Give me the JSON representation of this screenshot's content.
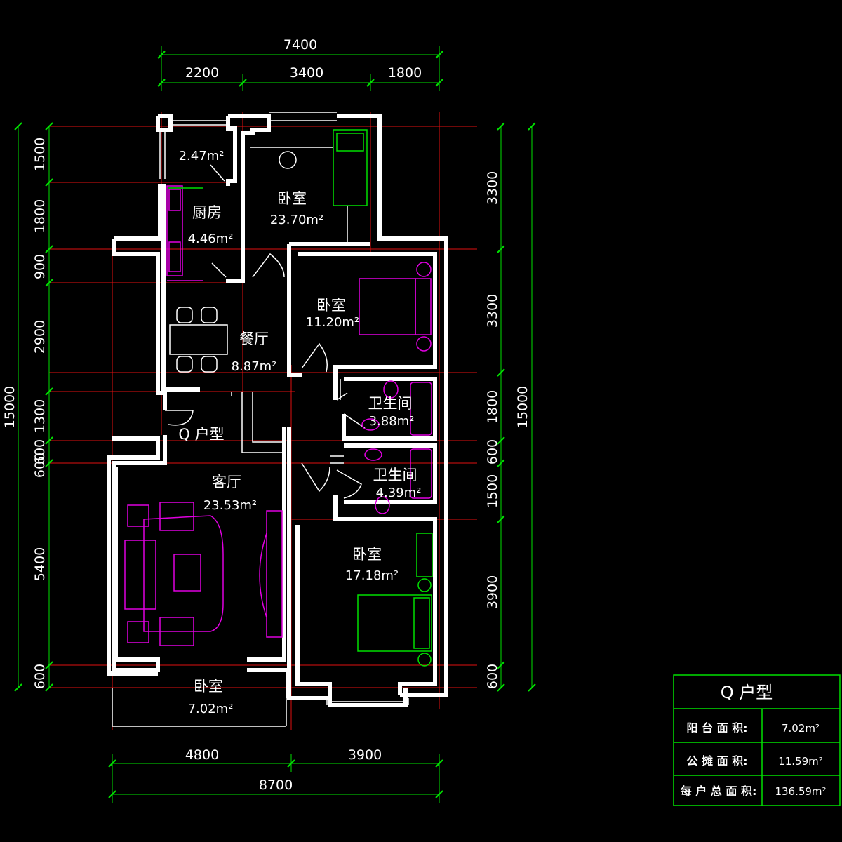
{
  "dimensions": {
    "top_total": "7400",
    "top_segments": [
      "2200",
      "3400",
      "1800"
    ],
    "bottom_segments": [
      "4800",
      "3900"
    ],
    "bottom_total": "8700",
    "left_total": "15000",
    "left_segments": [
      "1500",
      "1800",
      "900",
      "2900",
      "1300",
      "600",
      "600",
      "5400",
      "600"
    ],
    "right_total": "15000",
    "right_segments": [
      "3300",
      "3300",
      "1800",
      "600",
      "1500",
      "3900",
      "600"
    ]
  },
  "rooms": {
    "balcony_top": {
      "area": "2.47m²"
    },
    "kitchen": {
      "name": "厨房",
      "area": "4.46m²"
    },
    "bedroom_top": {
      "name": "卧室",
      "area": "23.70m²"
    },
    "dining": {
      "name": "餐厅",
      "area": "8.87m²"
    },
    "bedroom_mid": {
      "name": "卧室",
      "area": "11.20m²"
    },
    "bath1": {
      "name": "卫生间",
      "area": "3.88m²"
    },
    "bath2": {
      "name": "卫生间",
      "area": "4.39m²"
    },
    "living": {
      "name": "客厅",
      "area": "23.53m²"
    },
    "bedroom_bottom_right": {
      "name": "卧室",
      "area": "17.18m²"
    },
    "bedroom_bottom_left": {
      "name": "卧室",
      "area": "7.02m²"
    }
  },
  "unit_label": "Q 户型",
  "summary_table": {
    "title": "Q 户型",
    "rows": [
      {
        "label": "阳 台 面 积:",
        "value": "7.02m²"
      },
      {
        "label": "公 摊 面 积:",
        "value": "11.59m²"
      },
      {
        "label": "每 户 总 面 积:",
        "value": "136.59m²"
      }
    ]
  },
  "colors": {
    "background": "#000000",
    "walls": "#ffffff",
    "grid_lines": "#e01010",
    "dimension_lines": "#00e000",
    "furniture": "#e000e0",
    "furniture_alt": "#00e000"
  }
}
